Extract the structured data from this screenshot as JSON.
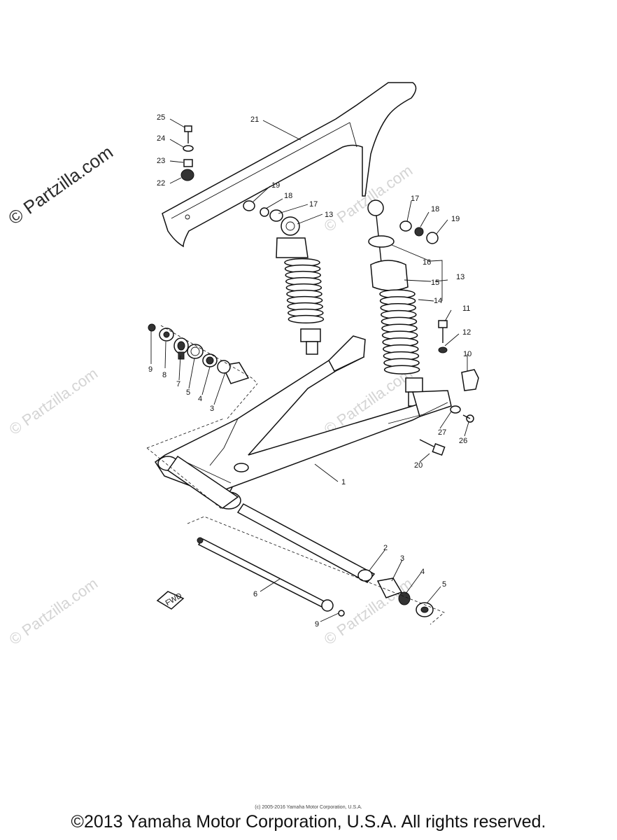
{
  "watermark": "© Partzilla.com",
  "callouts": {
    "c1": "1",
    "c2": "2",
    "c3a": "3",
    "c3b": "3",
    "c4a": "4",
    "c4b": "4",
    "c5a": "5",
    "c5b": "5",
    "c6": "6",
    "c7": "7",
    "c8": "8",
    "c9a": "9",
    "c9b": "9",
    "c10": "10",
    "c11": "11",
    "c12": "12",
    "c13a": "13",
    "c13b": "13",
    "c14": "14",
    "c15": "15",
    "c16": "16",
    "c17a": "17",
    "c17b": "17",
    "c18a": "18",
    "c18b": "18",
    "c19a": "19",
    "c19b": "19",
    "c20": "20",
    "c21": "21",
    "c22": "22",
    "c23": "23",
    "c24": "24",
    "c25": "25",
    "c26": "26",
    "c27": "27"
  },
  "fwd_label": "FWD",
  "small_copyright": "(c) 2005-2016 Yamaha Motor Corporation, U.S.A.",
  "copyright": "©2013 Yamaha Motor Corporation, U.S.A. All rights reserved."
}
